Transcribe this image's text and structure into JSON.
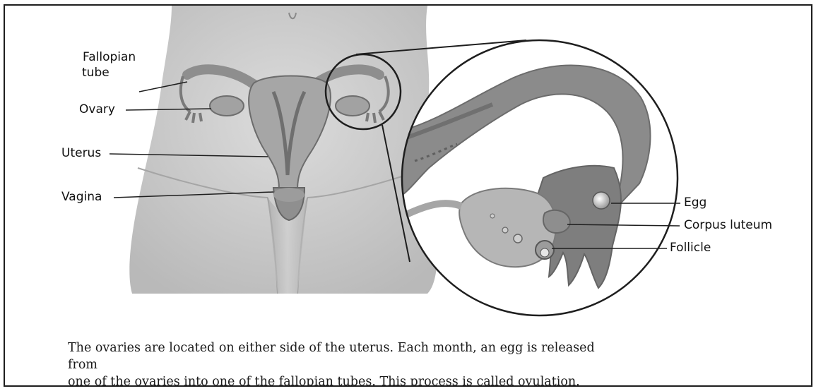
{
  "labels": {
    "fallopian_tube_line1": "Fallopian",
    "fallopian_tube_line2": "tube",
    "ovary": "Ovary",
    "uterus": "Uterus",
    "vagina": "Vagina",
    "egg": "Egg",
    "corpus_luteum": "Corpus luteum",
    "follicle": "Follicle"
  },
  "caption": {
    "line1": "The ovaries are located on either side of the uterus. Each month, an egg is released from",
    "line2": "one of the ovaries into one of the fallopian tubes. This process is called ovulation."
  },
  "colors": {
    "skin": "#c9c9c9",
    "organ": "#9a9a9a",
    "inner": "#7d7d7d",
    "line": "#1e1e1e"
  }
}
